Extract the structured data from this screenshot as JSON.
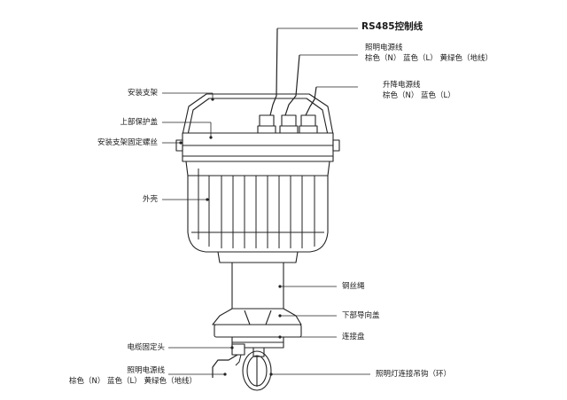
{
  "labels": {
    "rs485": "RS485控制线",
    "lighting_power_top": "照明电源线",
    "lighting_power_top_colors": "棕色（N） 蓝色（L） 黄绿色（地线）",
    "lift_power": "升降电源线",
    "lift_power_colors": "棕色（N） 蓝色（L）",
    "mount_bracket": "安装支架",
    "upper_cover": "上部保护盖",
    "bracket_screw": "安装支架固定螺丝",
    "shell": "外壳",
    "wire_rope": "钢丝绳",
    "lower_guide_cover": "下部导向盖",
    "connect_plate": "连接盘",
    "cable_fix_head": "电缆固定头",
    "lighting_power_bottom": "照明电源线",
    "lighting_power_bottom_colors": "棕色（N） 蓝色（L） 黄绿色（地线）",
    "hook_ring": "照明灯连接吊钩（环）"
  }
}
